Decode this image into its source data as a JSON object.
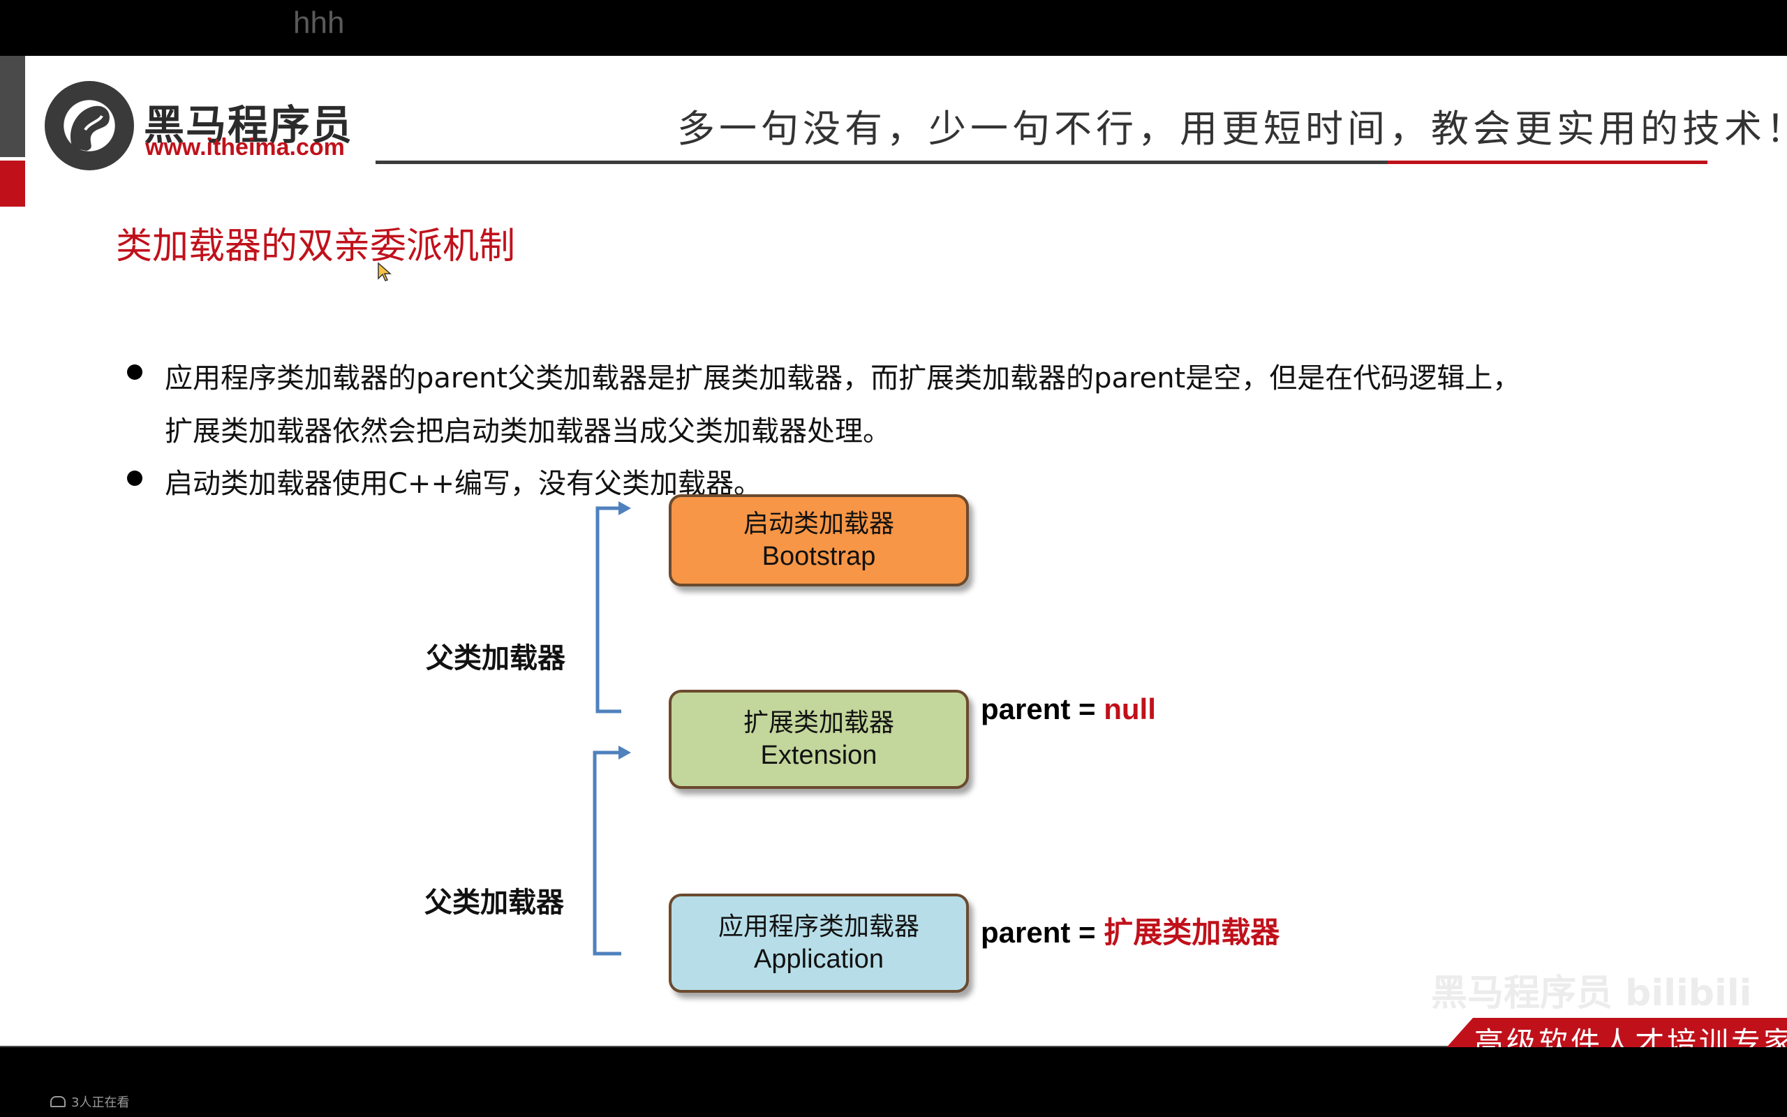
{
  "window": {
    "title": "hhh"
  },
  "slide": {
    "brand": {
      "name": "黑马程序员",
      "url": "www.itheima.com"
    },
    "slogan": "多一句没有，少一句不行，用更短时间，教会更实用的技术！",
    "heading": "类加载器的双亲委派机制",
    "bullets": [
      "应用程序类加载器的parent父类加载器是扩展类加载器，而扩展类加载器的parent是空，但是在代码逻辑上，扩展类加载器依然会把启动类加载器当成父类加载器处理。",
      "启动类加载器使用C++编写，没有父类加载器。"
    ],
    "diagram": {
      "boxes": [
        {
          "cn": "启动类加载器",
          "en": "Bootstrap",
          "color": "#f79646"
        },
        {
          "cn": "扩展类加载器",
          "en": "Extension",
          "color": "#c3d69b"
        },
        {
          "cn": "应用程序类加载器",
          "en": "Application",
          "color": "#b7dee8"
        }
      ],
      "parent_labels": [
        {
          "prefix": "parent = ",
          "value": "null"
        },
        {
          "prefix": "parent = ",
          "value": "扩展类加载器"
        }
      ],
      "bracket_labels": [
        "父类加载器",
        "父类加载器"
      ]
    },
    "watermark": "黑马程序员 bilibili",
    "footer": "高级软件人才培训专家"
  },
  "status": {
    "viewers": "3人正在看"
  },
  "colors": {
    "brand_red": "#c0111b",
    "bracket_blue": "#4f81bd"
  }
}
